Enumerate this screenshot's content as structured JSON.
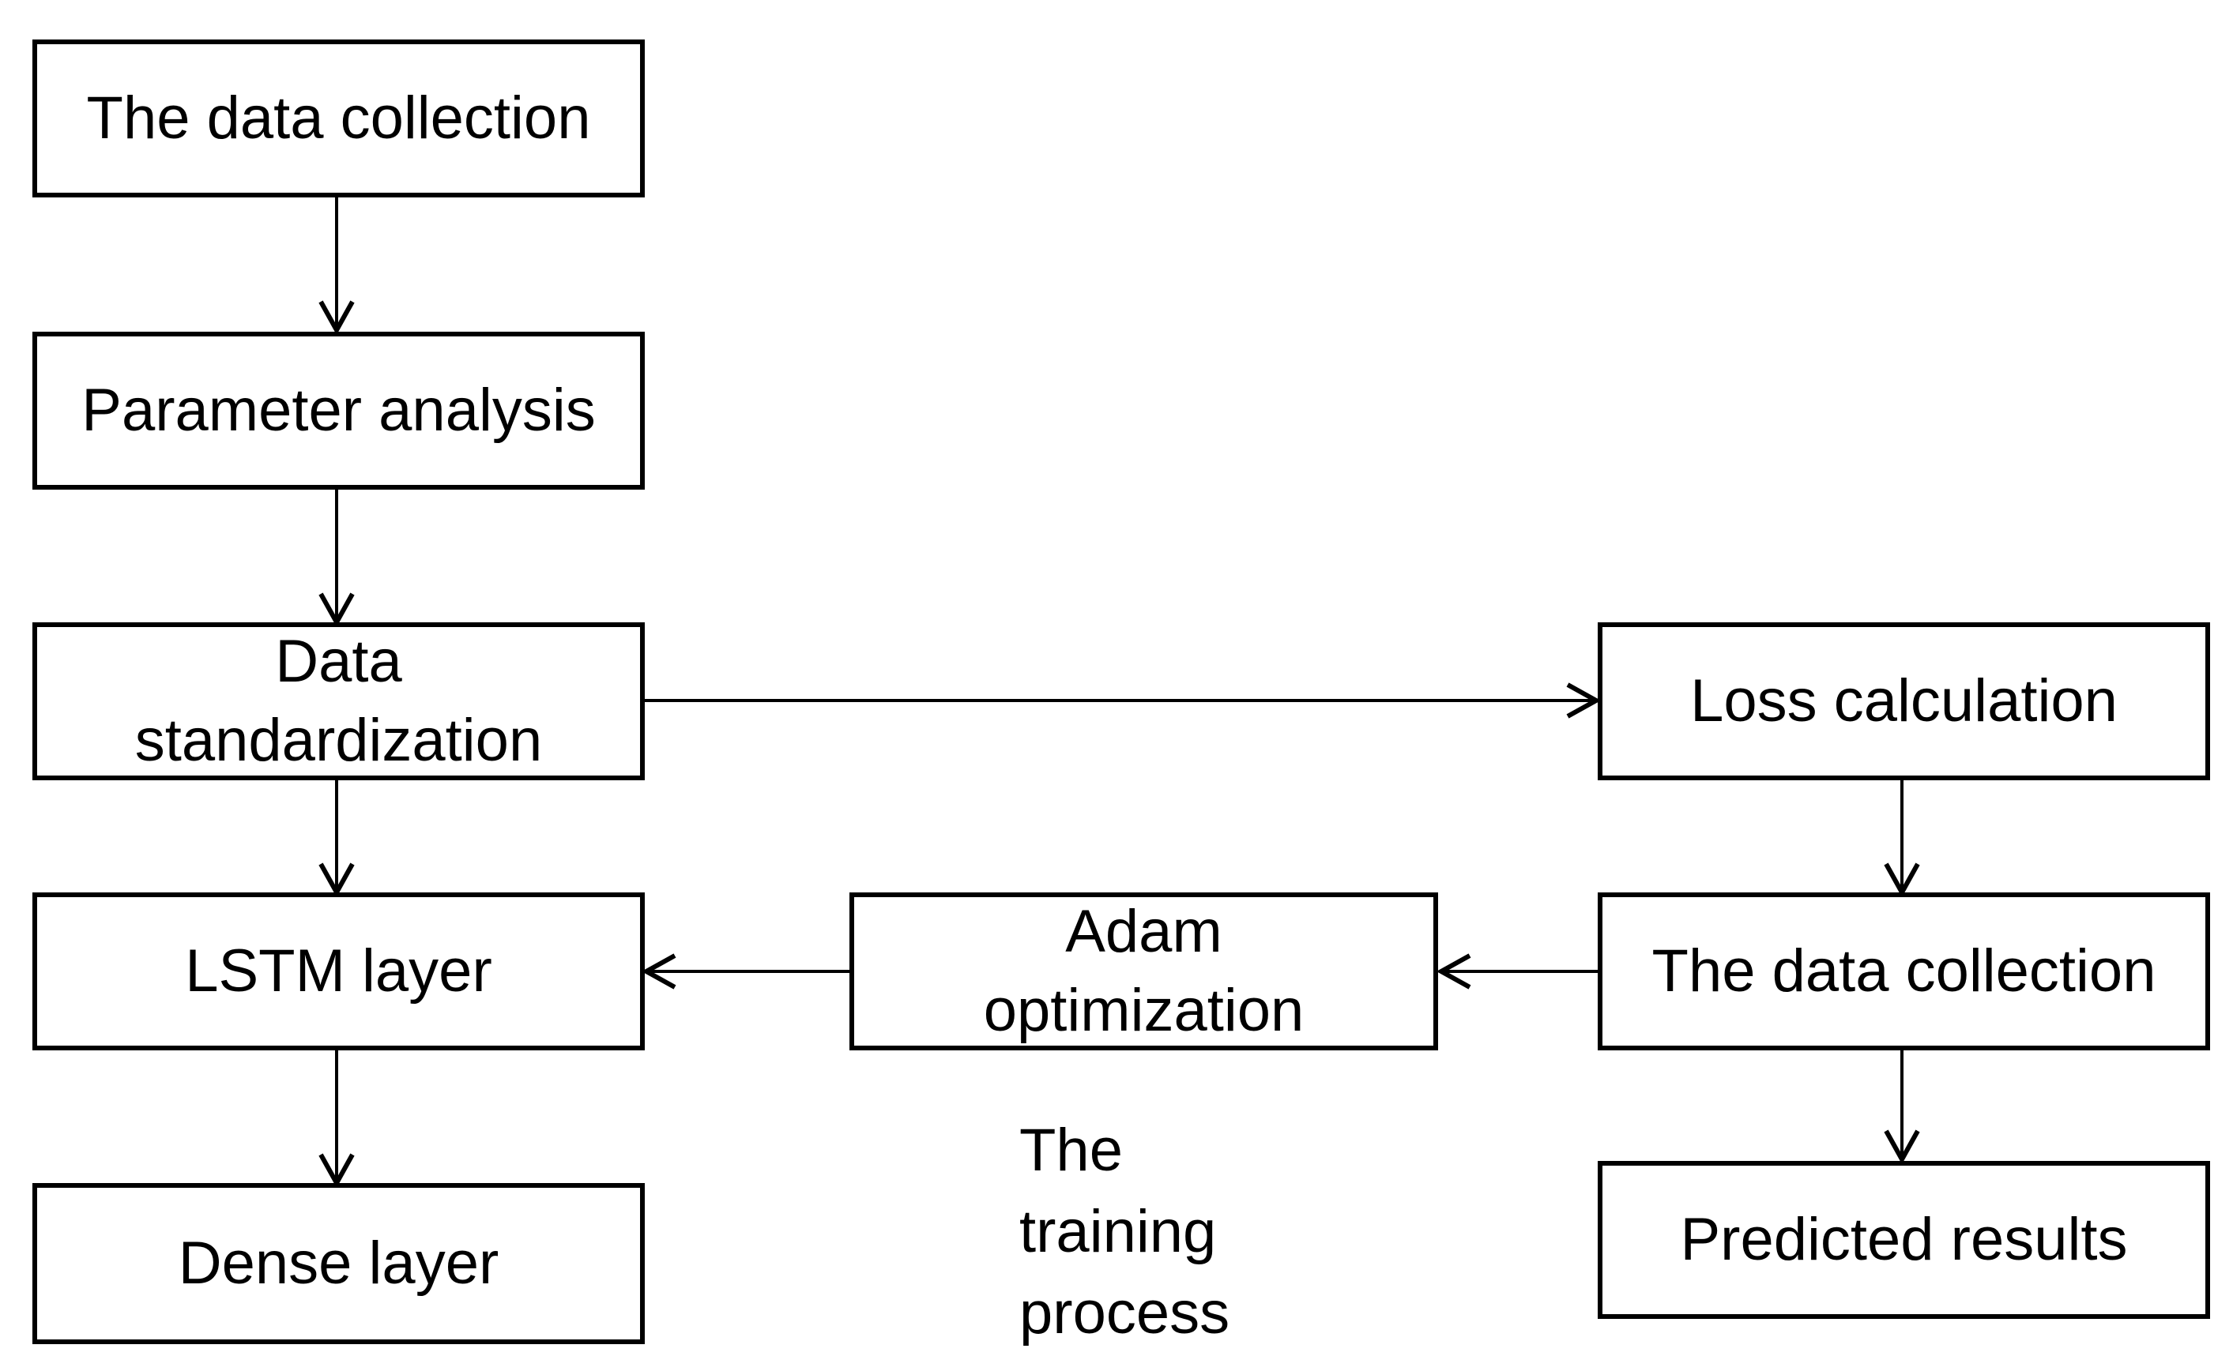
{
  "diagram": {
    "nodes": {
      "data_collection_top": "The data collection",
      "parameter_analysis": "Parameter analysis",
      "data_standardization": [
        "Data",
        "standardization"
      ],
      "lstm_layer": "LSTM layer",
      "dense_layer": "Dense layer",
      "adam_optimization": [
        "Adam",
        "optimization"
      ],
      "loss_calculation": "Loss calculation",
      "data_collection_right": "The data collection",
      "predicted_results": "Predicted results"
    },
    "caption": [
      "The",
      "training",
      "process"
    ],
    "edges": [
      {
        "from": "The data collection",
        "to": "Parameter analysis"
      },
      {
        "from": "Parameter analysis",
        "to": "Data standardization"
      },
      {
        "from": "Data standardization",
        "to": "LSTM layer"
      },
      {
        "from": "LSTM layer",
        "to": "Dense layer"
      },
      {
        "from": "Data standardization",
        "to": "Loss calculation"
      },
      {
        "from": "Loss calculation",
        "to": "The data collection"
      },
      {
        "from": "The data collection",
        "to": "Adam optimization"
      },
      {
        "from": "Adam optimization",
        "to": "LSTM layer"
      },
      {
        "from": "The data collection",
        "to": "Predicted results"
      }
    ],
    "colors": {
      "stroke": "#000000",
      "background": "#ffffff"
    }
  }
}
